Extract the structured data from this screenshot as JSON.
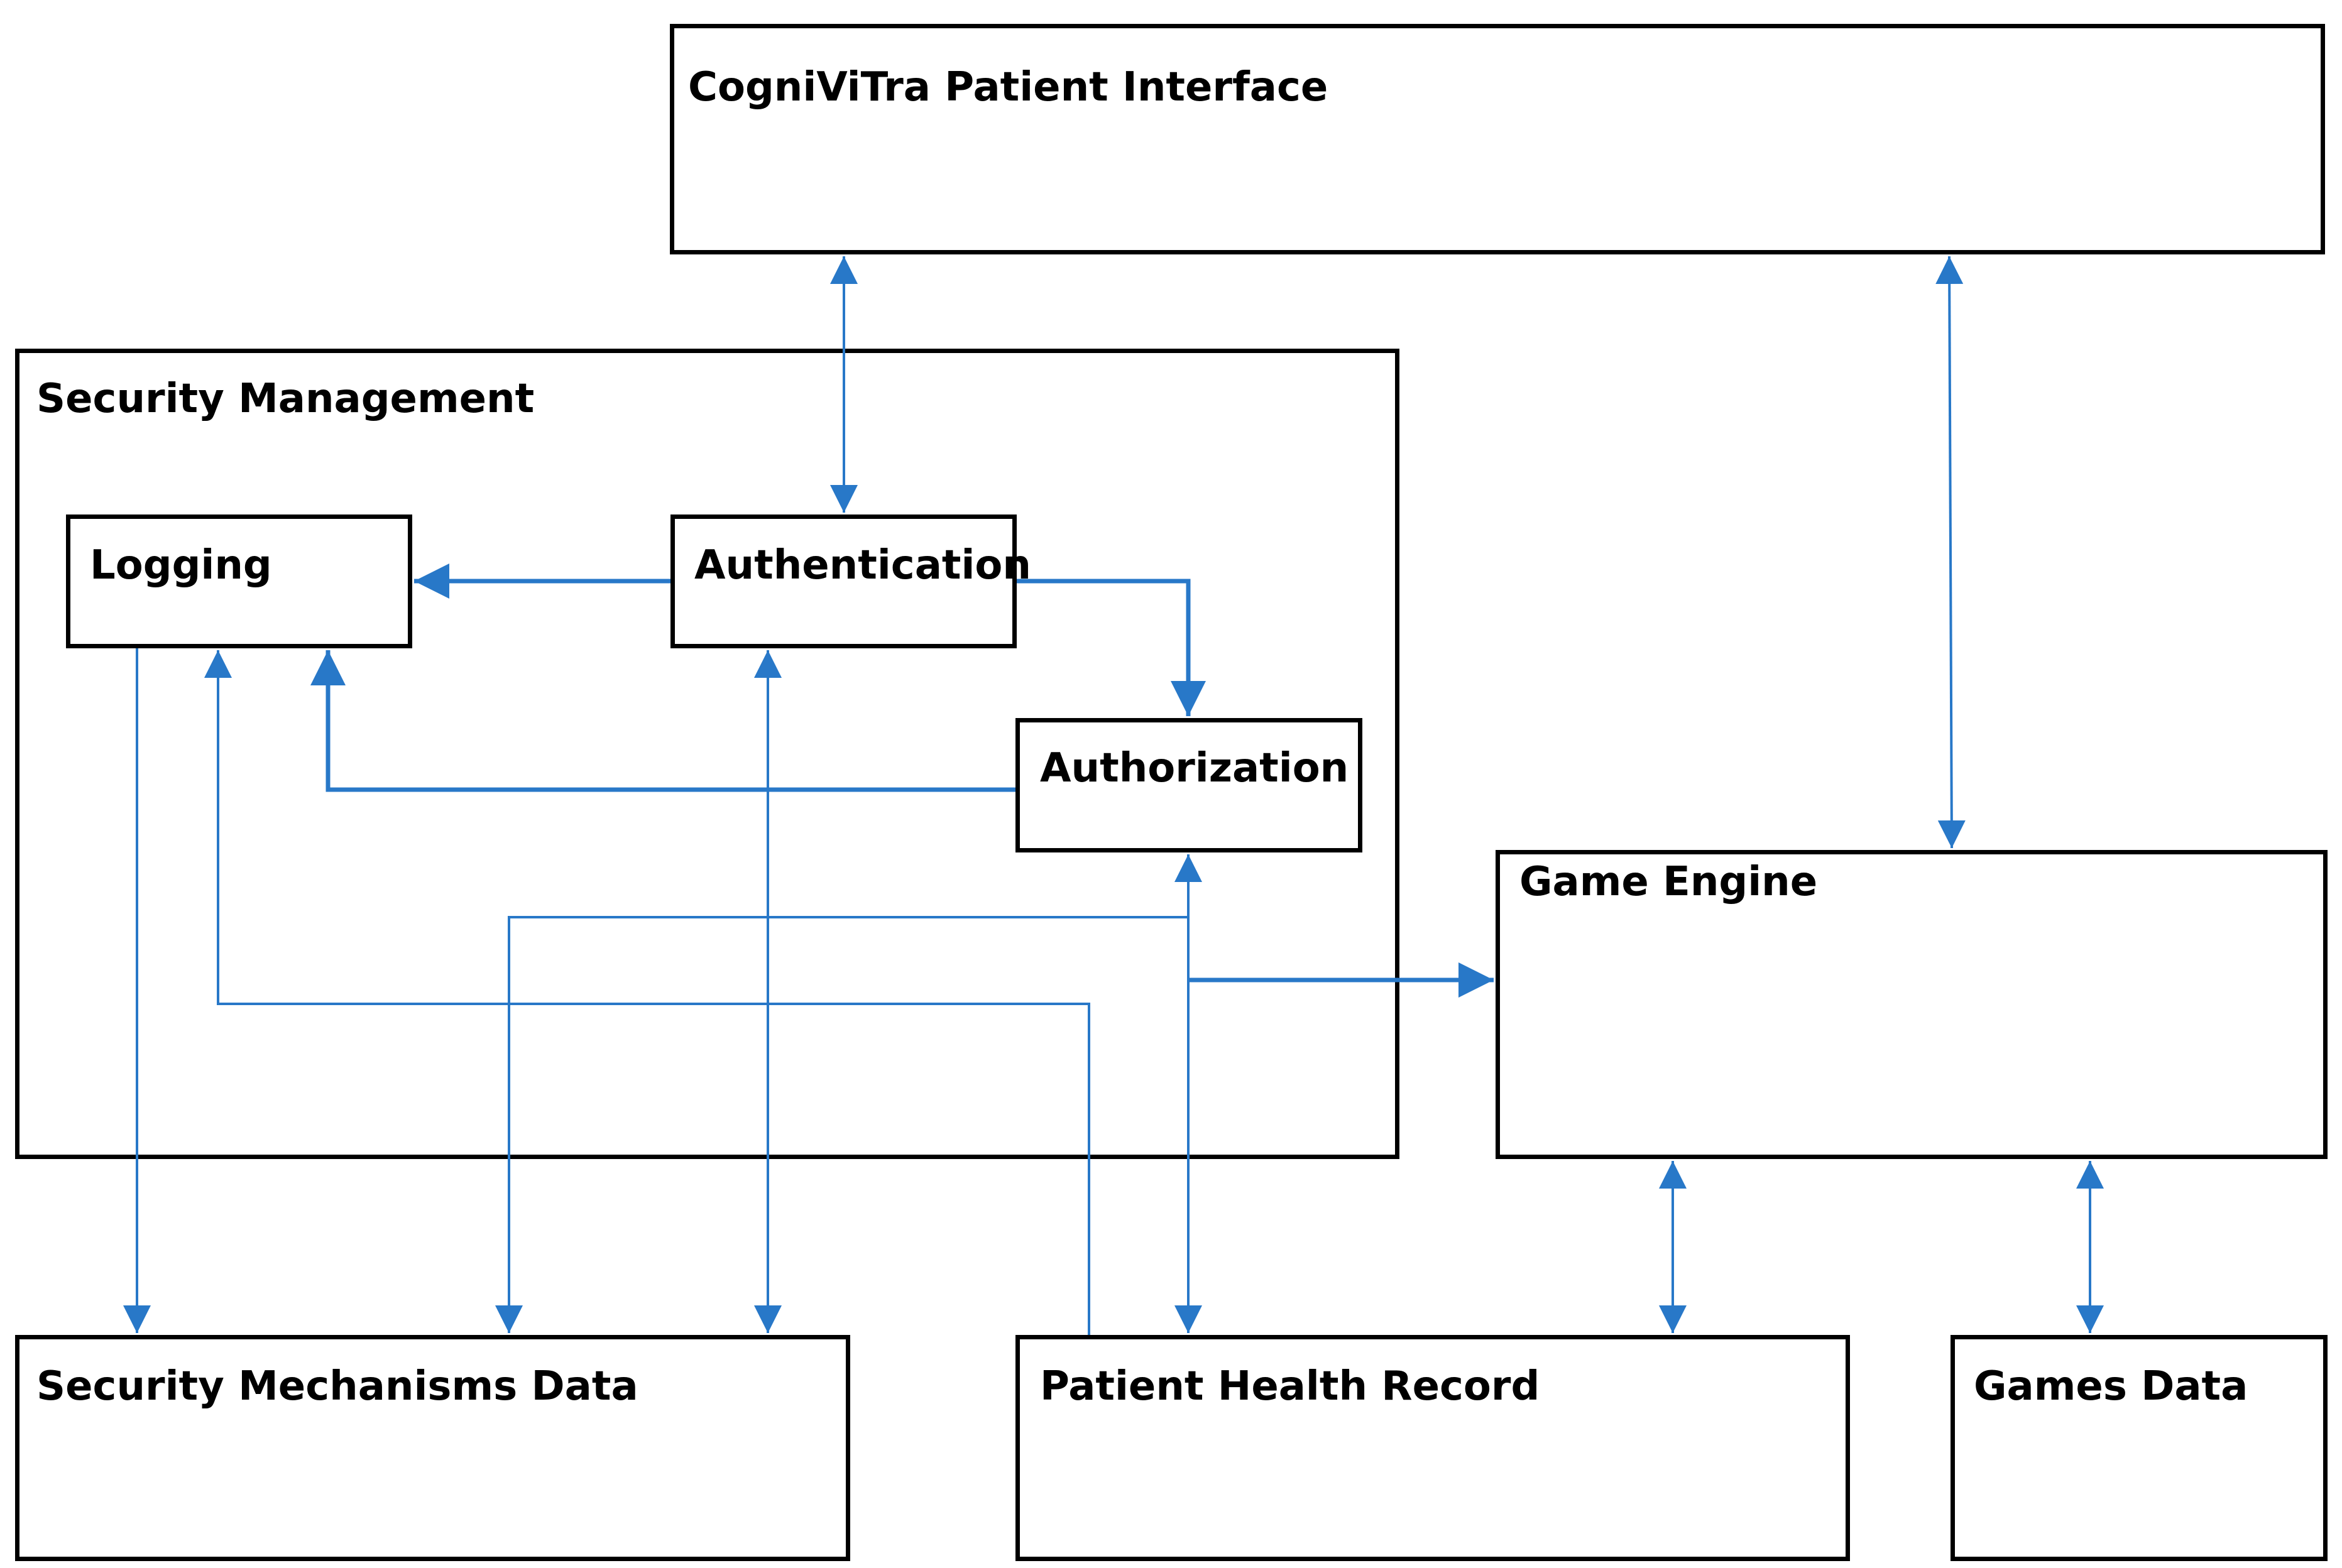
{
  "colors": {
    "box_border": "#000000",
    "connector": "#2878C8",
    "text": "#000000"
  },
  "boxes": {
    "patient_interface": "CogniViTra Patient Interface",
    "security_management": "Security Management",
    "logging": "Logging",
    "authentication": "Authentication",
    "authorization": "Authorization",
    "game_engine": "Game Engine",
    "security_data": "Security Mechanisms Data",
    "health_record": "Patient Health Record",
    "games_data": "Games Data"
  }
}
